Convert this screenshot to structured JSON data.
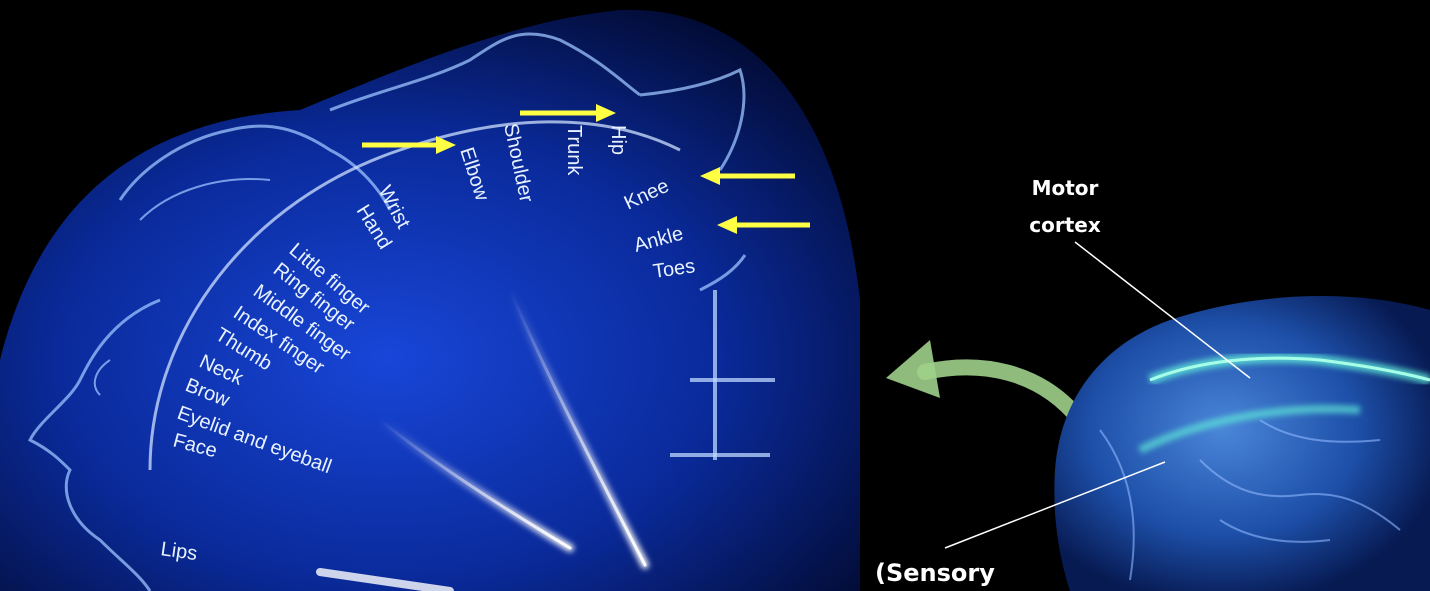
{
  "homunculus": {
    "labels": [
      "Hip",
      "Trunk",
      "Shoulder",
      "Elbow",
      "Wrist",
      "Hand",
      "Little finger",
      "Ring finger",
      "Middle finger",
      "Index finger",
      "Thumb",
      "Neck",
      "Brow",
      "Eyelid and eyeball",
      "Face",
      "Lips",
      "Knee",
      "Ankle",
      "Toes"
    ]
  },
  "brain": {
    "motor_label_line1": "Motor",
    "motor_label_line2": "cortex",
    "sensory_label": "(Sensory"
  },
  "colors": {
    "background": "#000000",
    "panel_blue": "#0a2a9a",
    "highlight_arrow": "#ffff44",
    "curved_arrow": "#9ed08a",
    "label_text": "#e8f2ff"
  },
  "annotations": {
    "yellow_arrows_point_to": [
      "Elbow",
      "Hip",
      "Knee",
      "Ankle"
    ]
  }
}
